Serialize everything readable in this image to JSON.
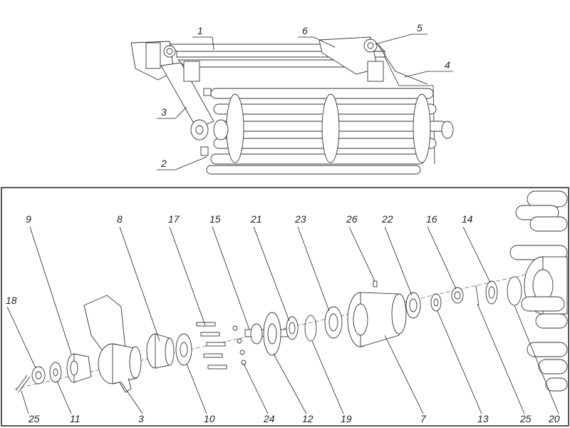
{
  "assembly": {
    "labels": [
      {
        "id": "a1",
        "text": "1"
      },
      {
        "id": "a2",
        "text": "2"
      },
      {
        "id": "a3",
        "text": "3"
      },
      {
        "id": "a4",
        "text": "4"
      },
      {
        "id": "a5",
        "text": "5"
      },
      {
        "id": "a6",
        "text": "6"
      }
    ]
  },
  "exploded": {
    "labels": [
      {
        "id": "e9",
        "text": "9"
      },
      {
        "id": "e8",
        "text": "8"
      },
      {
        "id": "e17",
        "text": "17"
      },
      {
        "id": "e15",
        "text": "15"
      },
      {
        "id": "e21",
        "text": "21"
      },
      {
        "id": "e23",
        "text": "23"
      },
      {
        "id": "e26",
        "text": "26"
      },
      {
        "id": "e22",
        "text": "22"
      },
      {
        "id": "e16",
        "text": "16"
      },
      {
        "id": "e14",
        "text": "14"
      },
      {
        "id": "e18",
        "text": "18"
      },
      {
        "id": "e25a",
        "text": "25"
      },
      {
        "id": "e11",
        "text": "11"
      },
      {
        "id": "e3",
        "text": "3"
      },
      {
        "id": "e10",
        "text": "10"
      },
      {
        "id": "e24",
        "text": "24"
      },
      {
        "id": "e12",
        "text": "12"
      },
      {
        "id": "e19",
        "text": "19"
      },
      {
        "id": "e7",
        "text": "7"
      },
      {
        "id": "e13",
        "text": "13"
      },
      {
        "id": "e25b",
        "text": "25"
      },
      {
        "id": "e20",
        "text": "20"
      }
    ]
  }
}
